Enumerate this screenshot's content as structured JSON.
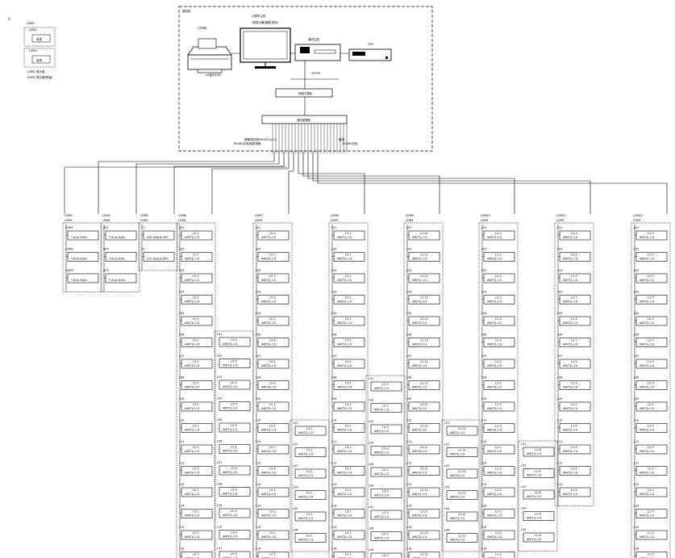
{
  "legend": {
    "marker": "S",
    "title": "LDM1",
    "items": [
      {
        "code": "LDM1",
        "meter": "电表"
      },
      {
        "code": "LDM2",
        "meter": "电表"
      }
    ],
    "note_1": "LDM1 表计箱",
    "note_2": "LDM2 表计箱(预留)"
  },
  "control_room": {
    "label": "值班室",
    "printer": "打印机",
    "printer_note": "A3激光打印",
    "monitor": "计算机主机",
    "monitor_note": "(带显示器/键盘/鼠标)",
    "host": "通讯主机",
    "ups": "UPS",
    "net_label": "TCP/IP",
    "switch": "网络交换机",
    "converter": "通讯管理机",
    "bus_note_left": "RS485总线/各配电箱",
    "bus_note_left_2": "屏蔽双绞线RVVSP-2x1.0",
    "bus_note_right": "RS485总线",
    "bus_note_right_2": "备用"
  },
  "columns": [
    {
      "id": "LDM3",
      "sub": "LDM1",
      "kind": "meter",
      "rows": [
        {
          "name": "LDM1",
          "device": "T-Aub-30Ax"
        },
        {
          "name": "LDM2",
          "device": "T-Aub-30Ax"
        },
        {
          "name": "LDM3",
          "device": "T-Aub-30Ax"
        }
      ]
    },
    {
      "id": "LDM4",
      "sub": "LDM1",
      "kind": "meter",
      "rows": [
        {
          "name": "AP1",
          "device": "T-Aub-30Ax"
        },
        {
          "name": "AP2",
          "device": "T-Aub-30Ax"
        },
        {
          "name": "AP3",
          "device": "T-Aub-30Ax"
        }
      ]
    },
    {
      "id": "LDM5",
      "sub": "LDM1",
      "kind": "meter",
      "rows": [
        {
          "name": "T1",
          "device": "LDc-Seatle-4Ph"
        },
        {
          "name": "T2",
          "device": "LDc-Seatle-4Ph"
        }
      ]
    },
    {
      "id": "LDM6",
      "sub": "LDM1",
      "kind": "pdm",
      "count": 16,
      "label": "L5-1"
    },
    {
      "id": "LDM7",
      "sub": "LDM1",
      "kind": "pdm",
      "count": 16,
      "label": "L5-1"
    },
    {
      "id": "LDM8",
      "sub": "LDM1",
      "kind": "pdm",
      "count": 16,
      "label": "L5-1"
    },
    {
      "id": "LDM9",
      "sub": "LDM1",
      "kind": "pdm",
      "count": 16,
      "label": "L2-11"
    },
    {
      "id": "LDM10",
      "sub": "LDM1",
      "kind": "pdm",
      "count": 16,
      "label": "L2-2"
    },
    {
      "id": "LDM11",
      "sub": "LDM1",
      "kind": "pdm",
      "count": 13,
      "label": "L2-5"
    },
    {
      "id": "LDM12",
      "sub": "LDM1",
      "kind": "pdm",
      "count": 16,
      "label": "L2-5"
    }
  ],
  "pdm_device": "AM(T)L-C4",
  "sub_columns": [
    {
      "label": "L5-5",
      "count": 11
    },
    {
      "label": "L5-1",
      "count": 6
    },
    {
      "label": "L5-3",
      "count": 9
    },
    {
      "label": "L2-11",
      "count": 6
    },
    {
      "label": "L2-8",
      "count": 5
    }
  ]
}
